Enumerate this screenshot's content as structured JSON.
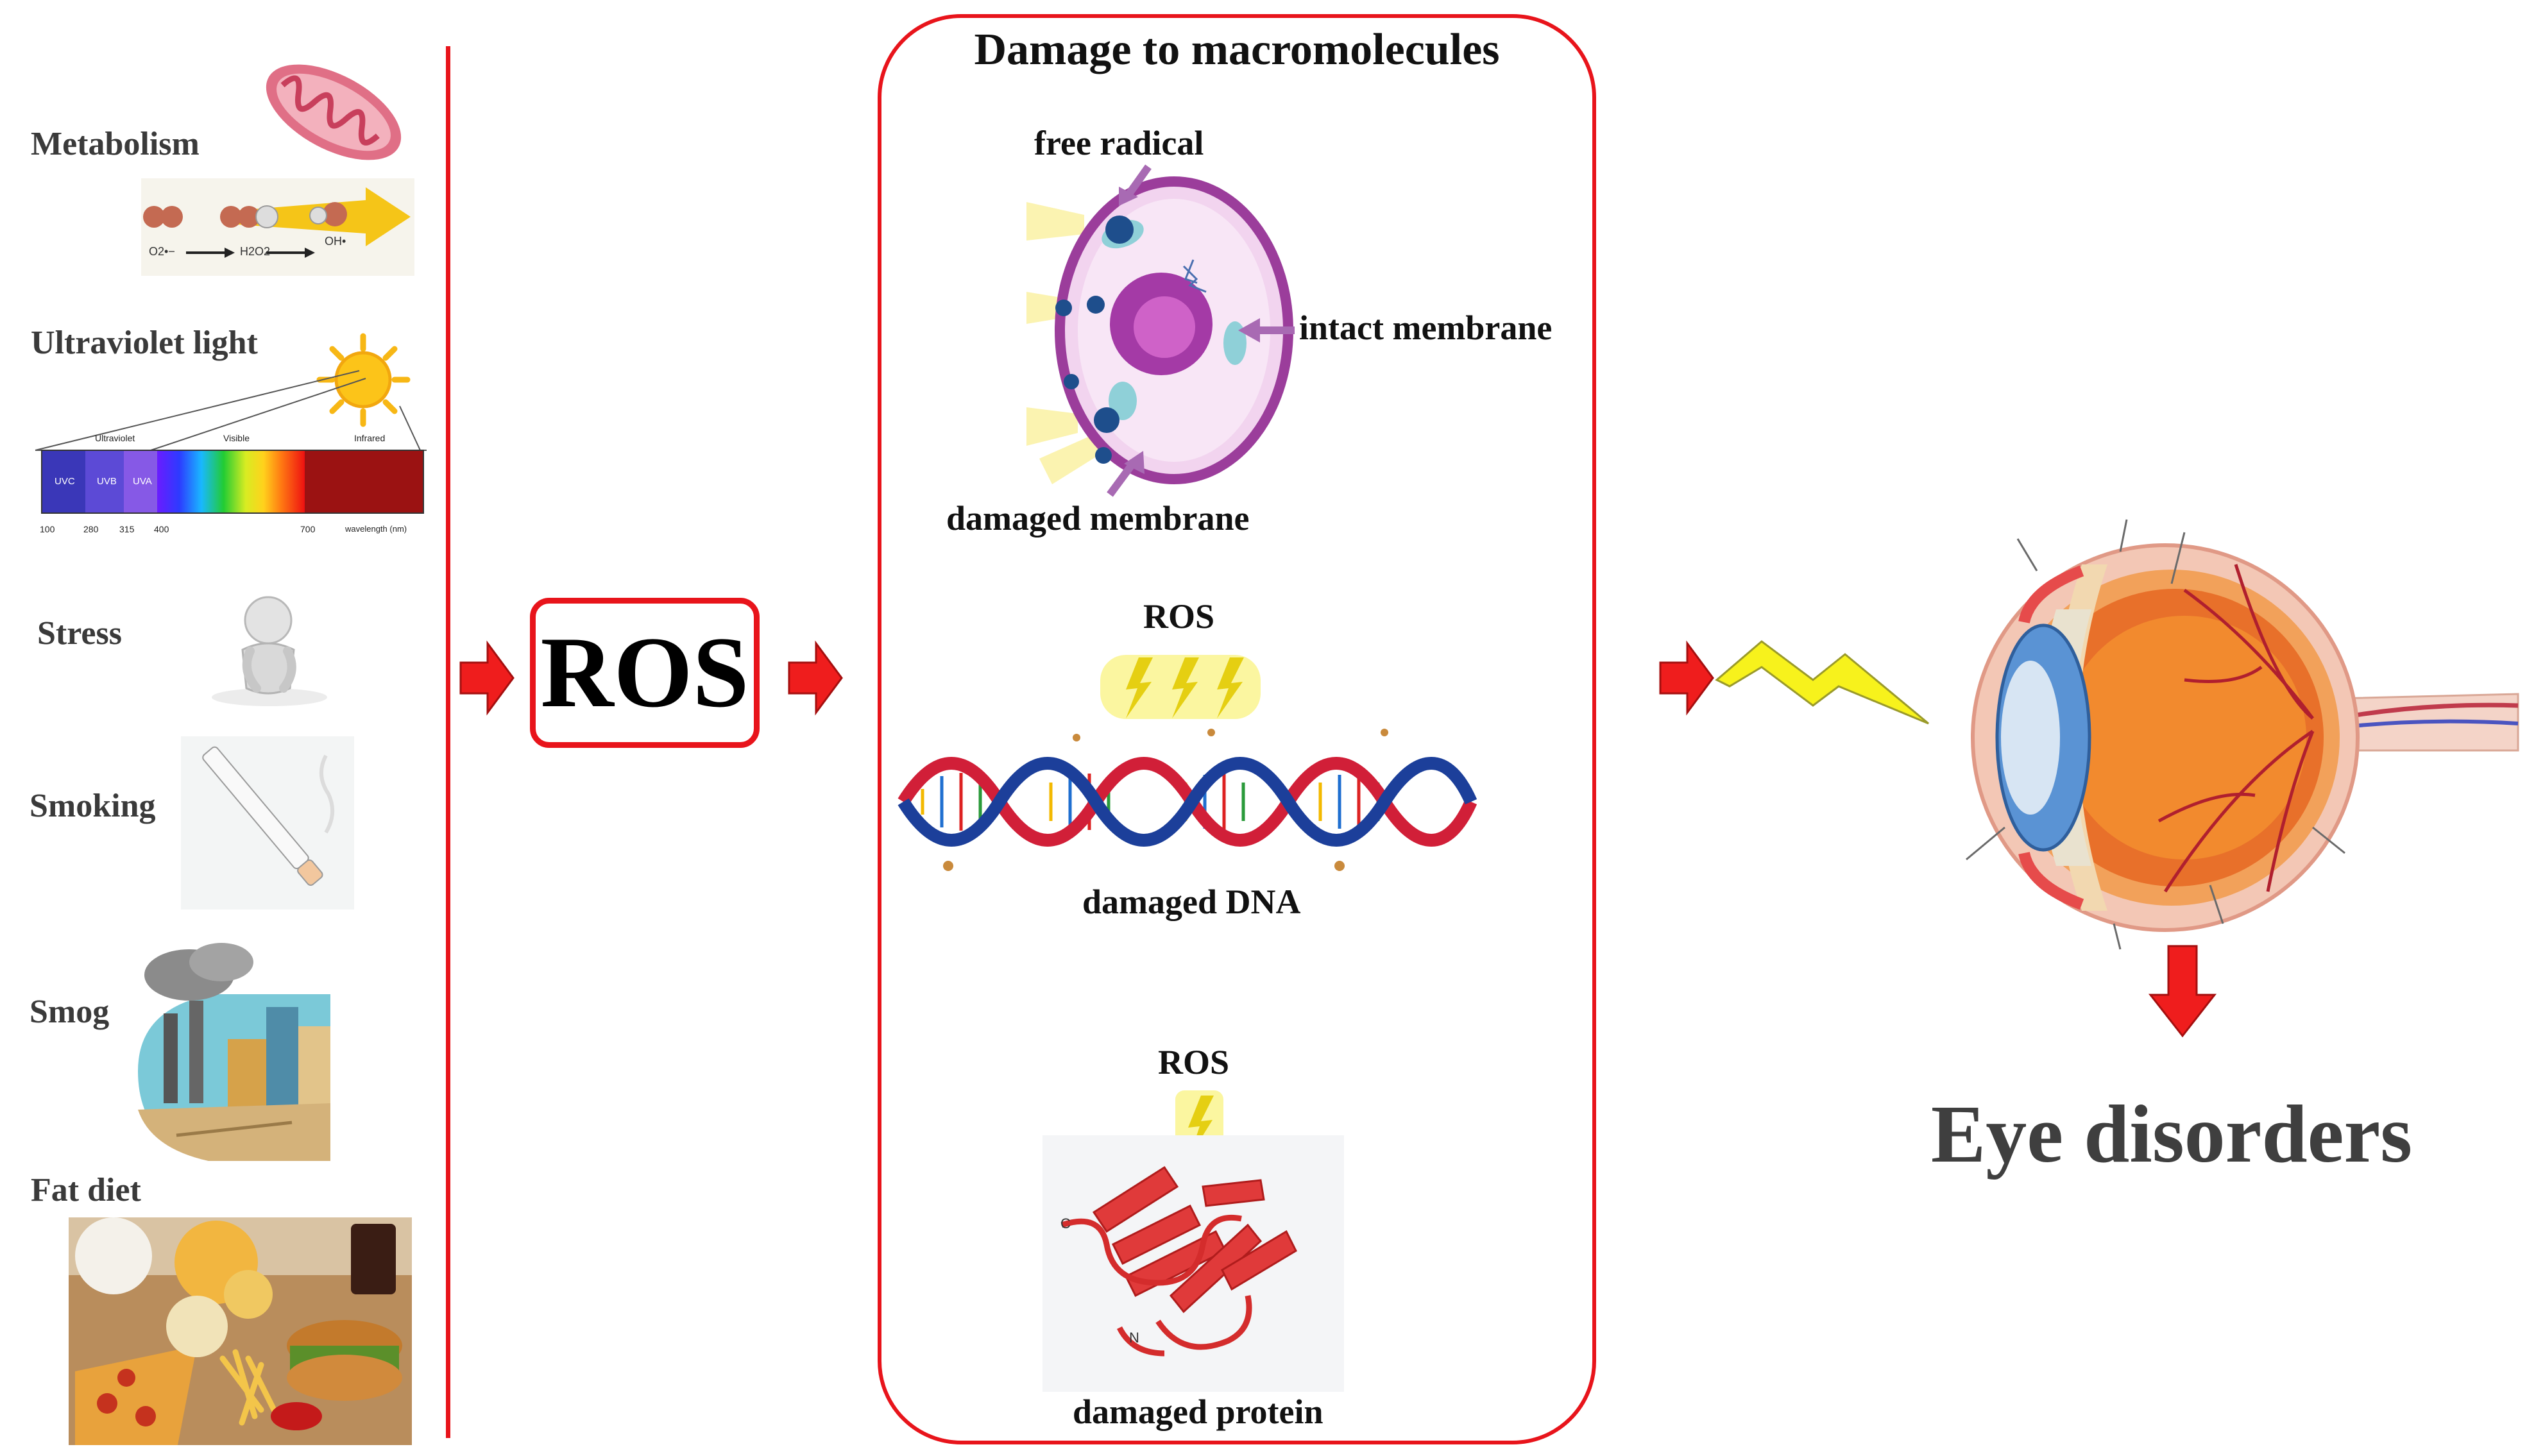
{
  "sources": {
    "metabolism": "Metabolism",
    "metabolism_species": [
      "O2•−",
      "H2O2",
      "OH•"
    ],
    "ultraviolet": "Ultraviolet light",
    "spectrum_headers": [
      "Ultraviolet",
      "Visible",
      "Infrared"
    ],
    "spectrum_bands": [
      "UVC",
      "UVB",
      "UVA"
    ],
    "spectrum_ticks": [
      "100",
      "280",
      "315",
      "400",
      "700"
    ],
    "spectrum_unit": "wavelength (nm)",
    "stress": "Stress",
    "smoking": "Smoking",
    "smog": "Smog",
    "fat_diet": "Fat diet"
  },
  "ros_box": {
    "label": "ROS"
  },
  "damage_panel": {
    "title": "Damage to macromolecules",
    "free_radical": "free radical",
    "intact_membrane": "intact membrane",
    "damaged_membrane": "damaged membrane",
    "ros_dna": "ROS",
    "damaged_dna": "damaged DNA",
    "ros_protein": "ROS",
    "damaged_protein": "damaged protein",
    "protein_c": "C",
    "protein_n": "N"
  },
  "outcome": {
    "label": "Eye disorders"
  },
  "colors": {
    "accent_red": "#e8141b",
    "arrow_red": "#ef1d1d",
    "text_gray": "#3a3a3a",
    "lightning": "#f7f21c"
  }
}
